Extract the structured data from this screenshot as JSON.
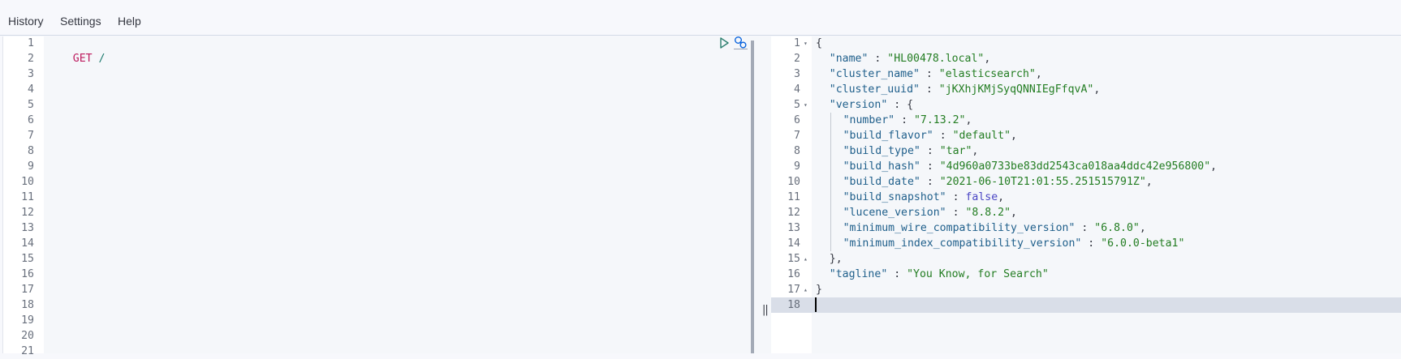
{
  "menu": {
    "items": [
      {
        "label": "History"
      },
      {
        "label": "Settings"
      },
      {
        "label": "Help"
      }
    ]
  },
  "request_editor": {
    "line_numbers": [
      "1",
      "2",
      "3",
      "4",
      "5",
      "6",
      "7",
      "8",
      "9",
      "10",
      "11",
      "12",
      "13",
      "14",
      "15",
      "16",
      "17",
      "18",
      "19",
      "20",
      "21"
    ],
    "method": "GET",
    "path": "/",
    "actions": {
      "run_icon": "play-icon",
      "settings_icon": "wrench-icon"
    }
  },
  "divider": {
    "handle_glyph": "||"
  },
  "response_editor": {
    "line_numbers": [
      "1",
      "2",
      "3",
      "4",
      "5",
      "6",
      "7",
      "8",
      "9",
      "10",
      "11",
      "12",
      "13",
      "14",
      "15",
      "16",
      "17",
      "18"
    ],
    "active_line": 18,
    "lines": [
      {
        "indent": 0,
        "tokens": [
          {
            "t": "punc",
            "v": "{"
          }
        ],
        "fold": "open"
      },
      {
        "indent": 1,
        "tokens": [
          {
            "t": "key",
            "v": "\"name\""
          },
          {
            "t": "punc",
            "v": " : "
          },
          {
            "t": "str",
            "v": "\"HL00478.local\""
          },
          {
            "t": "punc",
            "v": ","
          }
        ]
      },
      {
        "indent": 1,
        "tokens": [
          {
            "t": "key",
            "v": "\"cluster_name\""
          },
          {
            "t": "punc",
            "v": " : "
          },
          {
            "t": "str",
            "v": "\"elasticsearch\""
          },
          {
            "t": "punc",
            "v": ","
          }
        ]
      },
      {
        "indent": 1,
        "tokens": [
          {
            "t": "key",
            "v": "\"cluster_uuid\""
          },
          {
            "t": "punc",
            "v": " : "
          },
          {
            "t": "str",
            "v": "\"jKXhjKMjSyqQNNIEgFfqvA\""
          },
          {
            "t": "punc",
            "v": ","
          }
        ]
      },
      {
        "indent": 1,
        "tokens": [
          {
            "t": "key",
            "v": "\"version\""
          },
          {
            "t": "punc",
            "v": " : {"
          }
        ],
        "fold": "open"
      },
      {
        "indent": 2,
        "tokens": [
          {
            "t": "key",
            "v": "\"number\""
          },
          {
            "t": "punc",
            "v": " : "
          },
          {
            "t": "str",
            "v": "\"7.13.2\""
          },
          {
            "t": "punc",
            "v": ","
          }
        ]
      },
      {
        "indent": 2,
        "tokens": [
          {
            "t": "key",
            "v": "\"build_flavor\""
          },
          {
            "t": "punc",
            "v": " : "
          },
          {
            "t": "str",
            "v": "\"default\""
          },
          {
            "t": "punc",
            "v": ","
          }
        ]
      },
      {
        "indent": 2,
        "tokens": [
          {
            "t": "key",
            "v": "\"build_type\""
          },
          {
            "t": "punc",
            "v": " : "
          },
          {
            "t": "str",
            "v": "\"tar\""
          },
          {
            "t": "punc",
            "v": ","
          }
        ]
      },
      {
        "indent": 2,
        "tokens": [
          {
            "t": "key",
            "v": "\"build_hash\""
          },
          {
            "t": "punc",
            "v": " : "
          },
          {
            "t": "str",
            "v": "\"4d960a0733be83dd2543ca018aa4ddc42e956800\""
          },
          {
            "t": "punc",
            "v": ","
          }
        ]
      },
      {
        "indent": 2,
        "tokens": [
          {
            "t": "key",
            "v": "\"build_date\""
          },
          {
            "t": "punc",
            "v": " : "
          },
          {
            "t": "str",
            "v": "\"2021-06-10T21:01:55.251515791Z\""
          },
          {
            "t": "punc",
            "v": ","
          }
        ]
      },
      {
        "indent": 2,
        "tokens": [
          {
            "t": "key",
            "v": "\"build_snapshot\""
          },
          {
            "t": "punc",
            "v": " : "
          },
          {
            "t": "bool",
            "v": "false"
          },
          {
            "t": "punc",
            "v": ","
          }
        ]
      },
      {
        "indent": 2,
        "tokens": [
          {
            "t": "key",
            "v": "\"lucene_version\""
          },
          {
            "t": "punc",
            "v": " : "
          },
          {
            "t": "str",
            "v": "\"8.8.2\""
          },
          {
            "t": "punc",
            "v": ","
          }
        ]
      },
      {
        "indent": 2,
        "tokens": [
          {
            "t": "key",
            "v": "\"minimum_wire_compatibility_version\""
          },
          {
            "t": "punc",
            "v": " : "
          },
          {
            "t": "str",
            "v": "\"6.8.0\""
          },
          {
            "t": "punc",
            "v": ","
          }
        ]
      },
      {
        "indent": 2,
        "tokens": [
          {
            "t": "key",
            "v": "\"minimum_index_compatibility_version\""
          },
          {
            "t": "punc",
            "v": " : "
          },
          {
            "t": "str",
            "v": "\"6.0.0-beta1\""
          }
        ]
      },
      {
        "indent": 1,
        "tokens": [
          {
            "t": "punc",
            "v": "},"
          }
        ],
        "fold": "close"
      },
      {
        "indent": 1,
        "tokens": [
          {
            "t": "key",
            "v": "\"tagline\""
          },
          {
            "t": "punc",
            "v": " : "
          },
          {
            "t": "str",
            "v": "\"You Know, for Search\""
          }
        ]
      },
      {
        "indent": 0,
        "tokens": [
          {
            "t": "punc",
            "v": "}"
          }
        ],
        "fold": "close"
      },
      {
        "indent": 0,
        "tokens": []
      }
    ]
  },
  "colors": {
    "method": "#bd1b5e",
    "path": "#1c7a6d",
    "key": "#1f5f8b",
    "string": "#237d22",
    "boolean": "#4a45c4",
    "run_icon": "#287d6c",
    "wrench_icon": "#0b64dd"
  }
}
